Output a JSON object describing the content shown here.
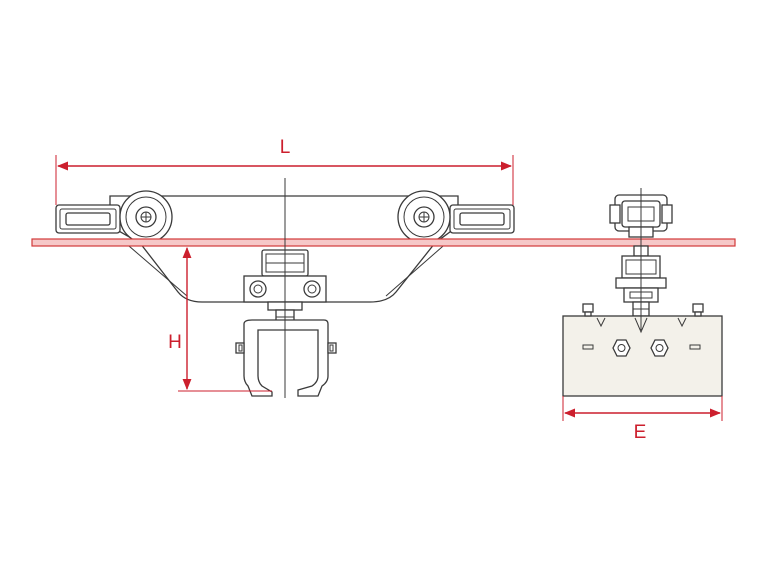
{
  "dimensions": {
    "length_label": "L",
    "height_label": "H",
    "end_width_label": "E"
  },
  "colors": {
    "dimension": "#cc1f2d",
    "rail_fill": "#f6c8c8",
    "rail_stroke": "#d23a3a",
    "outline": "#3a3a3a"
  }
}
